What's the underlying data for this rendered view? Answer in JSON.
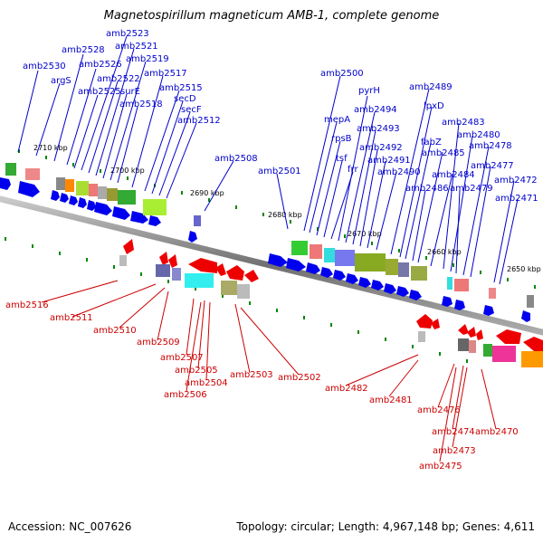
{
  "title": "Magnetospirillum magneticum AMB-1, complete genome",
  "accession": "Accession: NC_007626",
  "topology": "Topology: circular; Length: 4,967,148 bp; Genes: 4,611",
  "colors": {
    "forward": "#0000ee",
    "reverse": "#ee0000",
    "label_forward": "#0000cc",
    "label_reverse": "#cc0000",
    "backbone": "#808080",
    "tick": "#008800"
  },
  "kbp_marks": [
    "2710 kbp",
    "2700 kbp",
    "2690 kbp",
    "2680 kbp",
    "2670 kbp",
    "2660 kbp",
    "2650 kbp"
  ],
  "top_genes": [
    "amb2530",
    "argS",
    "amb2528",
    "amb2526",
    "amb2525",
    "amb2523",
    "amb2522",
    "amb2521",
    "surE",
    "amb2519",
    "amb2518",
    "amb2517",
    "amb2515",
    "secD",
    "secF",
    "amb2512",
    "amb2508",
    "amb2501",
    "amb2500",
    "mepA",
    "rpsB",
    "tsf",
    "frr",
    "pyrH",
    "amb2494",
    "amb2493",
    "amb2492",
    "amb2491",
    "amb2490",
    "amb2489",
    "lpxD",
    "fabZ",
    "amb2486",
    "amb2485",
    "amb2484",
    "amb2483",
    "amb2480",
    "amb2479",
    "amb2478",
    "amb2477",
    "amb2472",
    "amb2471"
  ],
  "bottom_genes": [
    "amb2516",
    "amb2511",
    "amb2510",
    "amb2509",
    "amb2507",
    "amb2505",
    "amb2504",
    "amb2506",
    "amb2503",
    "amb2502",
    "amb2482",
    "amb2481",
    "amb2476",
    "amb2474",
    "amb2470",
    "amb2473",
    "amb2475"
  ]
}
